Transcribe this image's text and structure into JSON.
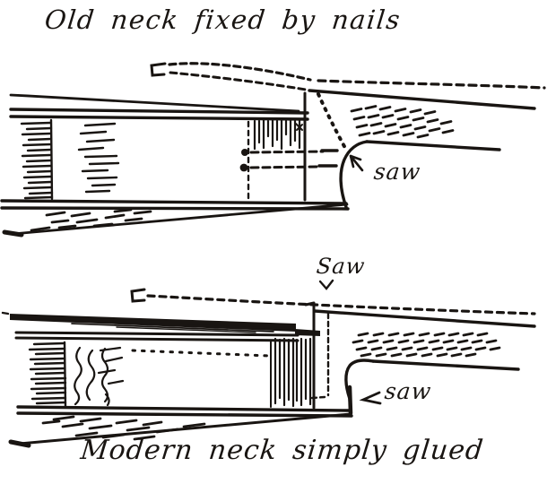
{
  "top_figure": {
    "title": "Old neck fixed by nails",
    "saw_label": "saw"
  },
  "bottom_figure": {
    "saw_label_top": "Saw",
    "saw_label_side": "saw",
    "caption": "Modern neck simply glued"
  },
  "colors": {
    "ink": "#191512",
    "background": "#ffffff"
  }
}
